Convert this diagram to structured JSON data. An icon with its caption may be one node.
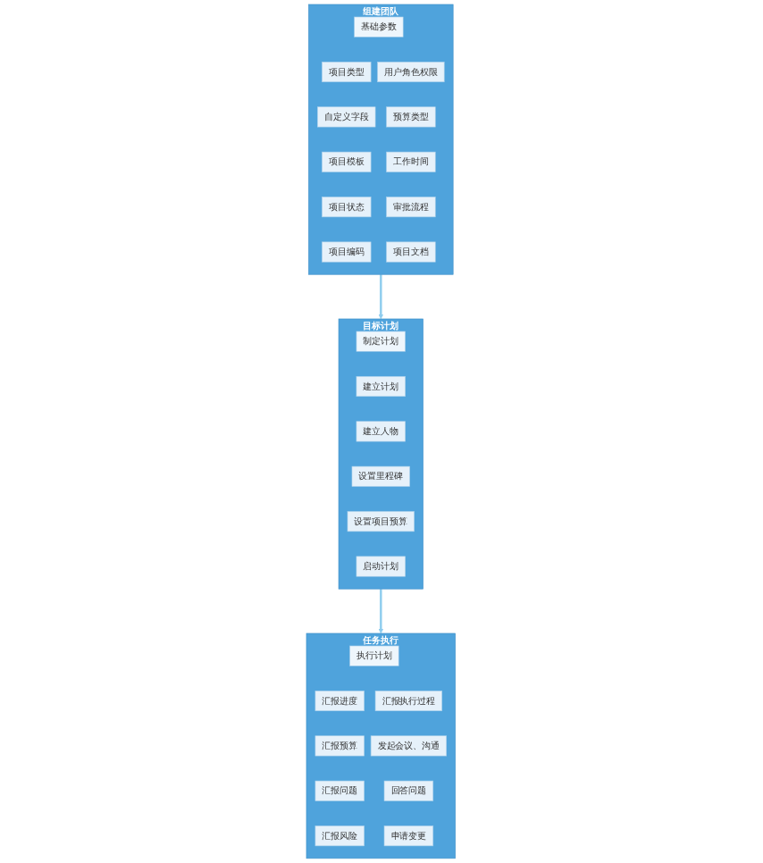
{
  "diagram": {
    "nodes": [
      {
        "text": [
          "组建团队"
        ]
      },
      {
        "text": [
          "基础参数"
        ],
        "in": 0
      },
      {
        "text": [
          "项目类型"
        ],
        "in": 0
      },
      {
        "text": [
          "用户角色权限"
        ],
        "in": 0
      },
      {
        "text": [
          "自定义字段"
        ],
        "in": 0
      },
      {
        "text": [
          "预算类型"
        ],
        "in": 0
      },
      {
        "text": [
          "项目模板"
        ],
        "in": 0
      },
      {
        "text": [
          "工作时间"
        ],
        "in": 0
      },
      {
        "text": [
          "项目状态"
        ],
        "in": 0
      },
      {
        "text": [
          "审批流程"
        ],
        "in": 0
      },
      {
        "text": [
          "项目编码"
        ],
        "in": 0
      },
      {
        "text": [
          "项目文档"
        ],
        "in": 0
      },
      {
        "text": [
          "目标计划"
        ]
      },
      {
        "text": [
          "制定计划"
        ],
        "in": 12
      },
      {
        "text": [
          "建立计划"
        ],
        "in": 12
      },
      {
        "text": [
          "建立人物"
        ],
        "in": 12
      },
      {
        "text": [
          "设置里程碑"
        ],
        "in": 12
      },
      {
        "text": [
          "设置项目预算"
        ],
        "in": 12
      },
      {
        "text": [
          "启动计划"
        ],
        "in": 12
      },
      {
        "text": [
          "任务执行"
        ]
      },
      {
        "text": [
          "执行计划"
        ],
        "in": 19
      },
      {
        "text": [
          "汇报进度"
        ],
        "in": 19
      },
      {
        "text": [
          "汇报执行过程"
        ],
        "in": 19
      },
      {
        "text": [
          "汇报预算"
        ],
        "in": 19
      },
      {
        "text": [
          "发起会议、沟通"
        ],
        "in": 19
      },
      {
        "text": [
          "汇报问题"
        ],
        "in": 19
      },
      {
        "text": [
          "回答问题"
        ],
        "in": 19
      },
      {
        "text": [
          "汇报风险"
        ],
        "in": 19
      },
      {
        "text": [
          "申请变更"
        ],
        "in": 19
      }
    ],
    "edges": [
      {
        "from": 0,
        "to": 12,
        "arrow": "to"
      },
      {
        "from": 12,
        "to": 19,
        "arrow": "to"
      }
    ]
  }
}
